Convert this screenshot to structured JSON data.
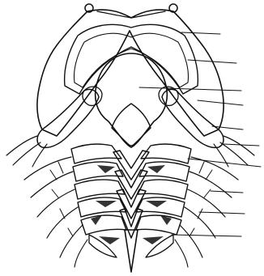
{
  "figure": {
    "style": "black-and-white stippled anatomical line drawing",
    "ink_color": "#111111",
    "paper_color": "#ffffff"
  },
  "leader_lines": [
    {
      "id": 1
    },
    {
      "id": 2
    },
    {
      "id": 3
    },
    {
      "id": 4
    },
    {
      "id": 5
    },
    {
      "id": 6
    },
    {
      "id": 7
    },
    {
      "id": 8
    },
    {
      "id": 9
    },
    {
      "id": 10
    }
  ]
}
